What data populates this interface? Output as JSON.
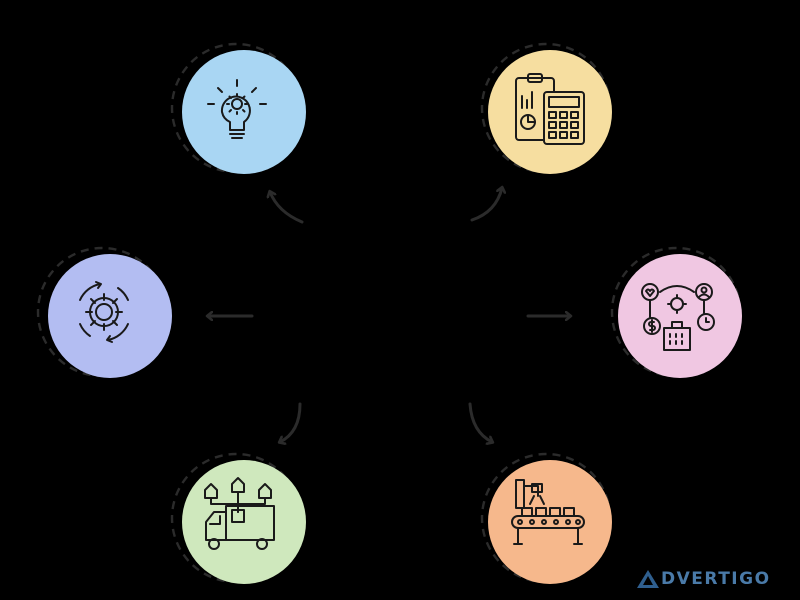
{
  "diagram": {
    "nodes": [
      {
        "id": "idea",
        "icon": "lightbulb-gear-icon",
        "color": "#a9d6f3"
      },
      {
        "id": "finance",
        "icon": "clipboard-calculator-icon",
        "color": "#f6dea0"
      },
      {
        "id": "process",
        "icon": "gear-cycle-icon",
        "color": "#b3bdf2"
      },
      {
        "id": "stakeholders",
        "icon": "network-business-icon",
        "color": "#f0c7e2"
      },
      {
        "id": "distribution",
        "icon": "delivery-truck-icon",
        "color": "#cfe8bd"
      },
      {
        "id": "manufacturing",
        "icon": "conveyor-robot-icon",
        "color": "#f6b88c"
      }
    ]
  },
  "watermark": {
    "text": "DVERTIGO",
    "logo": "triangle-a-logo",
    "color": "#4a7aa8"
  }
}
